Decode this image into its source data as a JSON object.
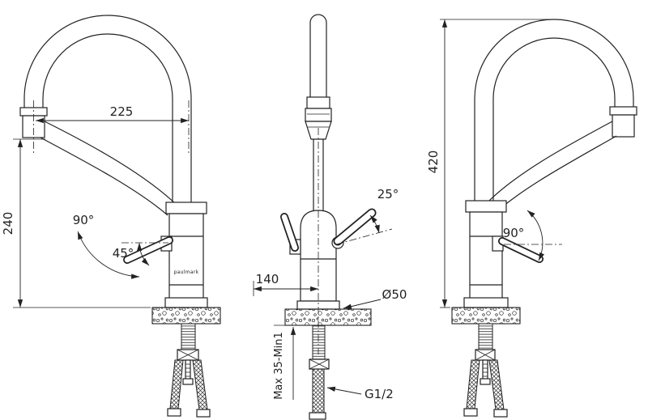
{
  "colors": {
    "line": "#222222",
    "background": "#ffffff"
  },
  "drawing": {
    "brand": "paulmark",
    "views": {
      "side_left": {
        "spout_reach": "225",
        "spout_height": "240",
        "handle_swing": "90°",
        "handle_angle": "45°"
      },
      "front": {
        "handle_angle": "25°",
        "base_offset": "140",
        "base_diameter": "Ø50",
        "mount_thickness": "Max 35-Min1",
        "thread_size": "G1/2"
      },
      "side_right": {
        "total_height": "420",
        "handle_swing": "90°"
      }
    }
  }
}
